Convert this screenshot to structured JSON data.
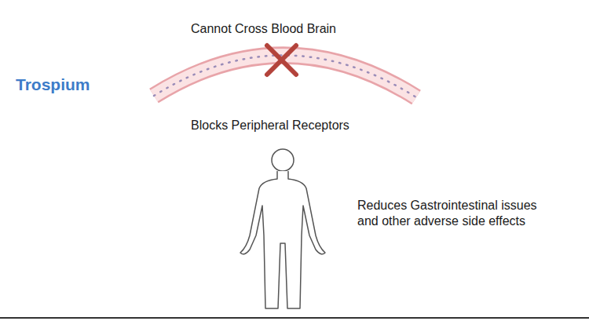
{
  "diagram": {
    "labels": [
      "Trospium",
      "Cannot Cross Blood Brain",
      "Blocks Peripheral Receptors",
      "Reduces Gastrointestinal issues and other adverse side effects"
    ]
  }
}
